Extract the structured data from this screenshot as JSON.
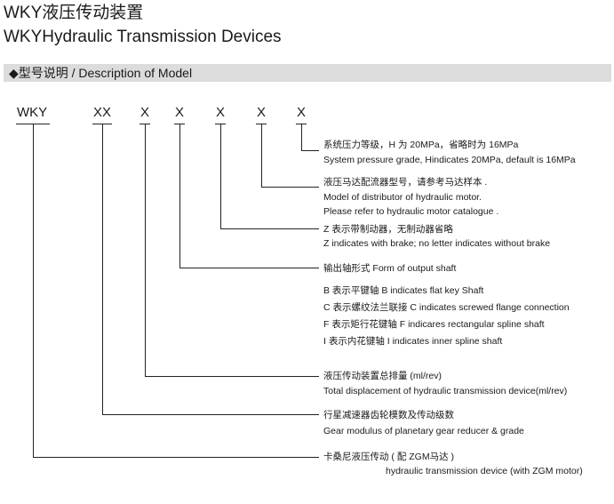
{
  "title_cn": "WKY液压传动装置",
  "title_en": "WKYHydraulic Transmission Devices",
  "section_title": "◆型号说明 / Description of Model",
  "code_parts": [
    "WKY",
    "XX",
    "X",
    "X",
    "X",
    "X",
    "X"
  ],
  "desc": {
    "pressure_cn": "系统压力等级，H 为 20MPa，省略时为 16MPa",
    "pressure_en": "System pressure grade, Hindicates 20MPa, default is 16MPa",
    "distributor_cn": "液压马达配流器型号，请参考马达样本 .",
    "distributor_en1": "Model of distributor of hydraulic motor.",
    "distributor_en2": "Please refer to hydraulic motor catalogue .",
    "brake_cn": "Z 表示带制动器，无制动器省略",
    "brake_en": "Z indicates with brake; no letter indicates without brake",
    "shaft_title": "输出轴形式    Form of output shaft",
    "shaft_b": "B 表示平键轴    B indicates flat key Shaft",
    "shaft_c": "C 表示螺纹法兰联接    C indicates screwed flange connection",
    "shaft_f": "F 表示矩行花键轴    F indicares rectangular spline shaft",
    "shaft_i": "I 表示内花键轴    I indicates inner spline shaft",
    "displacement_cn": "液压传动装置总排量 (ml/rev)",
    "displacement_en": "Total displacement of hydraulic transmission device(ml/rev)",
    "gear_cn": "行星减速器齿轮模数及传动级数",
    "gear_en": "Gear modulus of planetary gear reducer & grade",
    "motor_cn": "卡桑尼液压传动 ( 配 ZGM马达 )",
    "motor_en": "hydraulic transmission device (with ZGM motor)"
  }
}
